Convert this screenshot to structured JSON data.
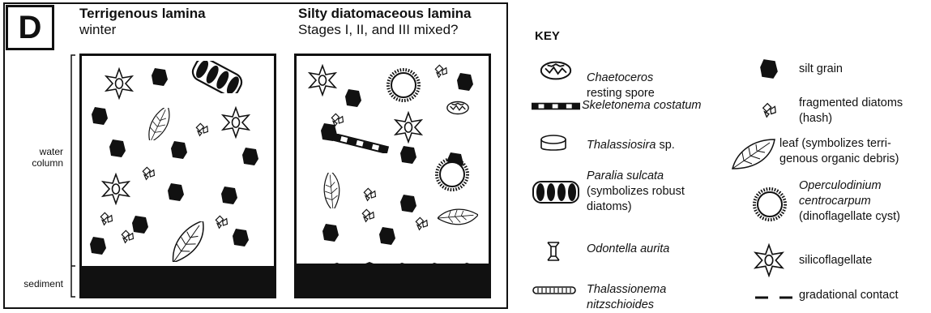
{
  "panel_label": "D",
  "left_panel": {
    "title": "Terrigenous lamina",
    "subtitle": "winter"
  },
  "right_panel": {
    "title": "Silty diatomaceous lamina",
    "subtitle": "Stages I, II, and III mixed?"
  },
  "axis_labels": {
    "water_column": "water\ncolumn",
    "sediment": "sediment"
  },
  "key": {
    "title": "KEY",
    "items": [
      {
        "id": "chaetoceros",
        "italic": "Chaetoceros",
        "plain": "resting spore"
      },
      {
        "id": "skeletonema",
        "italic": "Skeletonema costatum",
        "plain": ""
      },
      {
        "id": "thalassiosira",
        "italic": "Thalassiosira",
        "plain": " sp."
      },
      {
        "id": "paralia",
        "italic": "Paralia sulcata",
        "plain": "(symbolizes robust\ndiatoms)"
      },
      {
        "id": "odontella",
        "italic": "Odontella aurita",
        "plain": ""
      },
      {
        "id": "thalassionema",
        "italic": "Thalassionema\nnitzschioides",
        "plain": ""
      },
      {
        "id": "silt",
        "italic": "",
        "plain": "silt grain"
      },
      {
        "id": "fragmented",
        "italic": "",
        "plain": "fragmented diatoms\n(hash)"
      },
      {
        "id": "leaf",
        "italic": "",
        "plain": "leaf (symbolizes terri-\ngenous organic debris)"
      },
      {
        "id": "operculodinium",
        "italic": "Operculodinium\n centrocarpum",
        "plain": "(dinoflagellate cyst)"
      },
      {
        "id": "silicoflagellate",
        "italic": "",
        "plain": "silicoflagellate"
      },
      {
        "id": "gradational",
        "italic": "",
        "plain": "gradational contact"
      }
    ]
  }
}
